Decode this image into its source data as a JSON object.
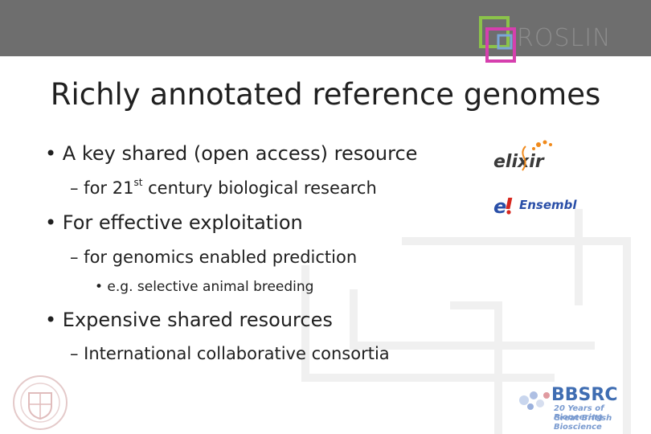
{
  "slide": {
    "title": "Richly annotated reference genomes",
    "bullets": [
      {
        "text": "• A key shared (open access) resource"
      },
      {
        "text_a": "– for 21",
        "sup": "st",
        "text_b": " century biological research"
      },
      {
        "text": "• For effective exploitation"
      },
      {
        "text": "– for genomics enabled prediction"
      },
      {
        "text": "• e.g. selective animal breeding"
      },
      {
        "text": "• Expensive shared resources"
      },
      {
        "text": "– International collaborative consortia"
      }
    ]
  },
  "logos": {
    "roslin": "ROSLIN",
    "elixir": "elixir",
    "ensembl": "Ensembl",
    "bbsrc": "BBSRC",
    "bbsrc_tagline_1": "20 Years of Pioneering",
    "bbsrc_tagline_2": "Great British Bioscience"
  },
  "colors": {
    "topbar": "#6e6e6e",
    "text": "#202020",
    "ensembl_blue": "#2a4fa8",
    "bbsrc_blue": "#3f6db2",
    "elixir_orange": "#f08a1c"
  }
}
